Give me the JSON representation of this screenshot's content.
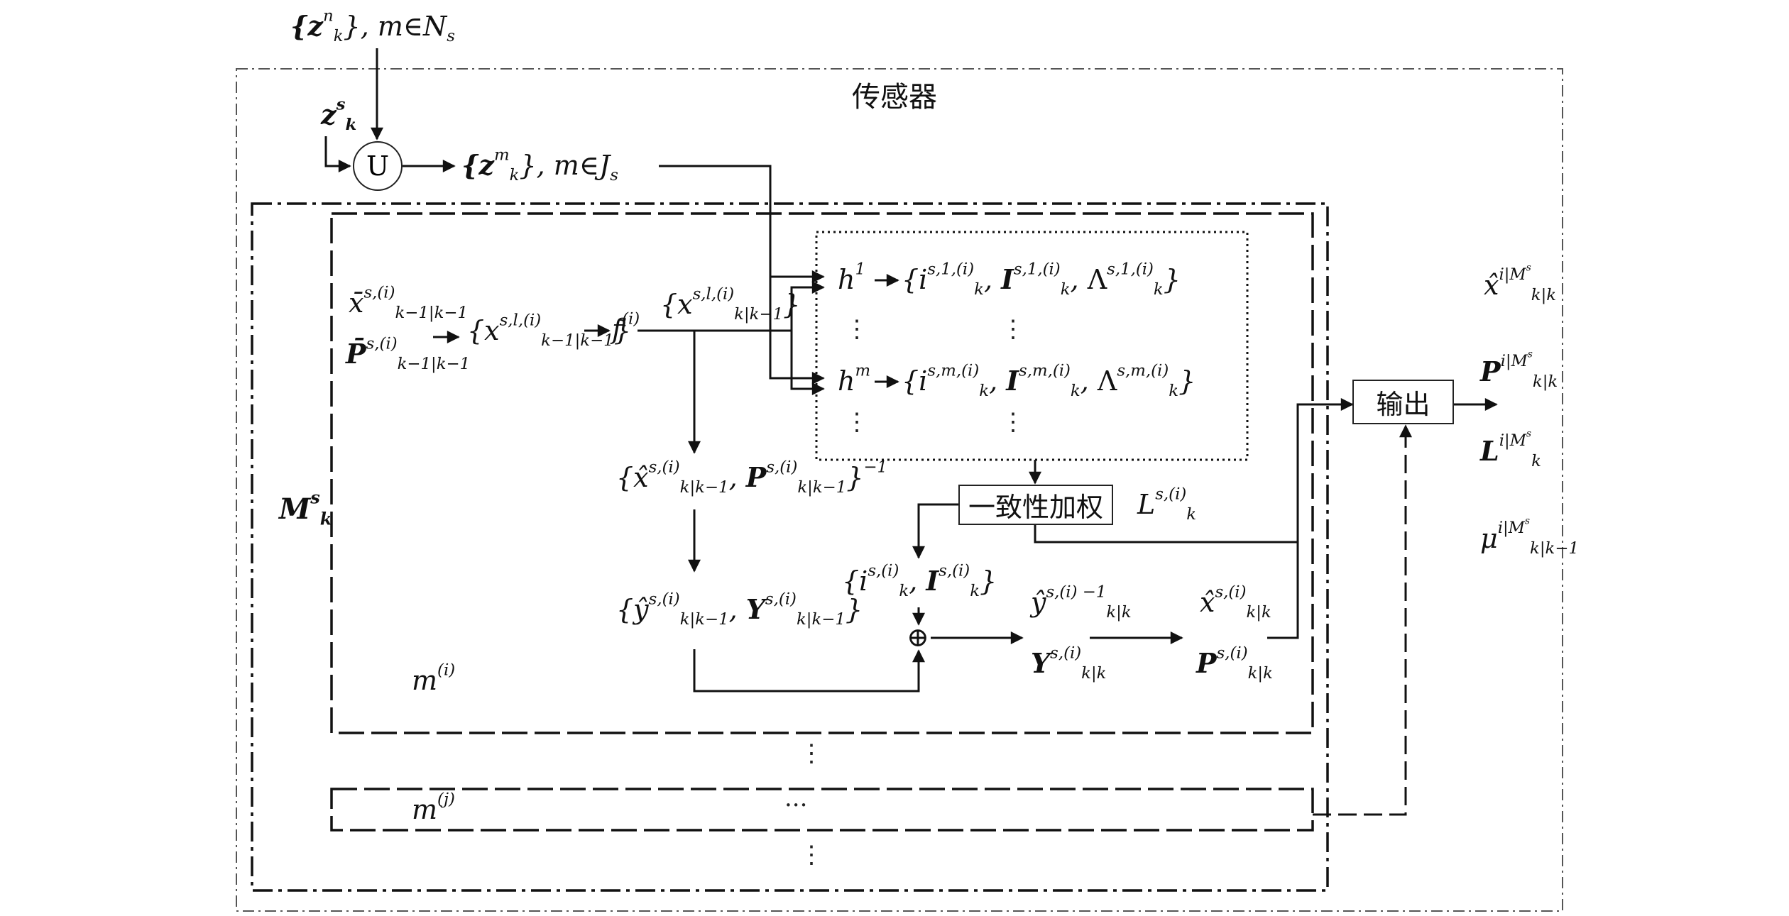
{
  "title": "传感器",
  "labels": {
    "z_set_n": "{z",
    "z_set_n_sup": "n",
    "z_set_n_sub": "k",
    "z_set_n_rest": "}, m∈N",
    "z_set_n_rest_sub": "s",
    "z_s": "z",
    "z_s_sup": "s",
    "z_s_sub": "k",
    "union": "U",
    "z_set_m": "{z",
    "z_set_m_sup": "m",
    "z_set_m_sub": "k",
    "z_set_m_rest": "}, m∈J",
    "z_set_m_rest_sub": "s",
    "M_k": "M",
    "M_k_sup": "s",
    "M_k_sub": "k",
    "x_bar": "x̄",
    "x_bar_sup": "s,(i)",
    "x_bar_sub": "k−1|k−1",
    "P_bar": "P̄",
    "P_bar_sup": "s,(i)",
    "P_bar_sub": "k−1|k−1",
    "x_set_prev": "{x",
    "x_set_prev_sup": "s,l,(i)",
    "x_set_prev_sub": "k−1|k−1",
    "x_set_prev_close": "}",
    "f": "f",
    "f_sup": "(i)",
    "x_set_pred": "{x",
    "x_set_pred_sup": "s,l,(i)",
    "x_set_pred_sub": "k|k−1",
    "x_set_pred_close": "}",
    "h1": "h",
    "h1_sup": "1",
    "h1_set": "{i",
    "h1_set_sup": "s,1,(i)",
    "h1_set_sub": "k",
    "h1_I": "I",
    "h1_I_sup": "s,1,(i)",
    "h1_I_sub": "k",
    "h1_L": "Λ",
    "h1_L_sup": "s,1,(i)",
    "h1_L_sub": "k",
    "hm": "h",
    "hm_sup": "m",
    "hm_set": "{i",
    "hm_set_sup": "s,m,(i)",
    "hm_set_sub": "k",
    "hm_I": "I",
    "hm_I_sup": "s,m,(i)",
    "hm_I_sub": "k",
    "hm_L": "Λ",
    "hm_L_sup": "s,m,(i)",
    "hm_L_sub": "k",
    "vdots": "⋮",
    "xhat_pred": "{x̂",
    "xhat_pred_sup": "s,(i)",
    "xhat_pred_sub": "k|k−1",
    "P_pred": "P",
    "P_pred_sup": "s,(i)",
    "P_pred_sub": "k|k−1",
    "P_pred_inv": "}",
    "P_pred_inv_sup": "−1",
    "yhat_pred": "{ŷ",
    "yhat_pred_sup": "s,(i)",
    "yhat_pred_sub": "k|k−1",
    "Y_pred": "Y",
    "Y_pred_sup": "s,(i)",
    "Y_pred_sub": "k|k−1",
    "consensus_box": "一致性加权",
    "L_k": "L",
    "L_k_sup": "s,(i)",
    "L_k_sub": "k",
    "iI_set": "{i",
    "iI_set_sup": "s,(i)",
    "iI_set_sub": "k",
    "iI_I": "I",
    "iI_I_sup": "s,(i)",
    "iI_I_sub": "k",
    "oplus": "⊕",
    "yhat_upd": "ŷ",
    "yhat_upd_sup": "s,(i) −1",
    "yhat_upd_sub": "k|k",
    "Y_upd": "Y",
    "Y_upd_sup": "s,(i)",
    "Y_upd_sub": "k|k",
    "xhat_upd": "x̂",
    "xhat_upd_sup": "s,(i)",
    "xhat_upd_sub": "k|k",
    "P_upd": "P",
    "P_upd_sup": "s,(i)",
    "P_upd_sub": "k|k",
    "m_i": "m",
    "m_i_sup": "(i)",
    "m_j": "m",
    "m_j_sup": "(j)",
    "hdots": "···",
    "output_box": "输出",
    "out_x": "x̂",
    "out_x_sup": "i|M",
    "out_x_sup2": "s",
    "out_x_sub": "k|k",
    "out_P": "P",
    "out_P_sup": "i|M",
    "out_P_sup2": "s",
    "out_P_sub": "k|k",
    "out_L": "L",
    "out_L_sup": "i|M",
    "out_L_sup2": "s",
    "out_L_sub": "k",
    "out_mu": "μ",
    "out_mu_sup": "i|M",
    "out_mu_sup2": "s",
    "out_mu_sub": "k|k−1"
  }
}
